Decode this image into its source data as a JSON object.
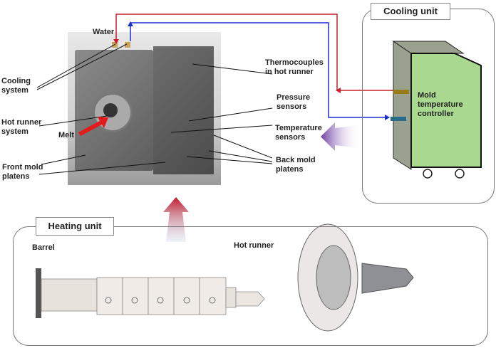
{
  "mold_photo": {
    "labels": {
      "water": "Water",
      "cooling_system": "Cooling\nsystem",
      "hot_runner_system": "Hot runner\nsystem",
      "melt": "Melt",
      "front_mold_platens": "Front mold\nplatens",
      "thermocouples": "Thermocouples\nin hot runner",
      "pressure_sensors": "Pressure\nsensors",
      "temperature_sensors": "Temperature\nsensors",
      "back_mold_platens": "Back mold\nplatens"
    }
  },
  "cooling_unit": {
    "title": "Cooling unit",
    "controller_label": "Mold\ntemperature\ncontroller",
    "colors": {
      "body": "#a8d98e",
      "side": "#9aa28f",
      "hot_line": "#c8202a",
      "cold_line": "#1a2fd0"
    }
  },
  "heating_unit": {
    "title": "Heating unit",
    "barrel_label": "Barrel",
    "hot_runner_label": "Hot runner",
    "heater_bands": 5
  }
}
